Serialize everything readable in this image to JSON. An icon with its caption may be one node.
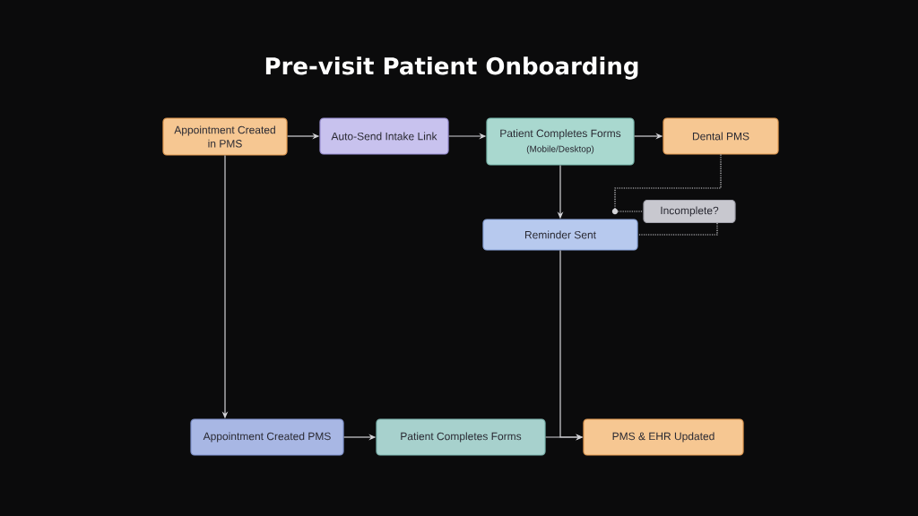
{
  "diagram": {
    "title": "Pre-visit Patient Onboarding",
    "nodes": [
      {
        "text": [
          "Appointment Created in PMS"
        ]
      },
      {
        "text": [
          "Auto-Send Intake Link"
        ]
      },
      {
        "text": [
          "Patient Completes Forms",
          "(Mobile/Desktop)"
        ]
      },
      {
        "text": [
          "Dental PMS"
        ]
      },
      {
        "text": [
          "Incomplete?"
        ]
      },
      {
        "text": [
          "Reminder Sent"
        ]
      },
      {
        "text": [
          "Appointment Created PMS"
        ]
      },
      {
        "text": [
          "Patient Completes Forms"
        ]
      },
      {
        "text": [
          "PMS & EHR Updated"
        ]
      }
    ],
    "edges": [
      {
        "from": 0,
        "to": 1,
        "arrow": "to"
      },
      {
        "from": 1,
        "to": 2,
        "arrow": "to"
      },
      {
        "from": 2,
        "to": 3,
        "arrow": "to"
      },
      {
        "from": 2,
        "to": 5,
        "arrow": "to"
      },
      {
        "from": 3,
        "to": 4,
        "arrow": "none",
        "style": "dashed"
      },
      {
        "from": 4,
        "to": 5,
        "arrow": "none",
        "style": "dashed"
      },
      {
        "from": 0,
        "to": 6,
        "arrow": "to"
      },
      {
        "from": 6,
        "to": 7,
        "arrow": "to"
      },
      {
        "from": 7,
        "to": 8,
        "arrow": "to"
      },
      {
        "from": 5,
        "to": 8,
        "arrow": "to"
      }
    ]
  }
}
